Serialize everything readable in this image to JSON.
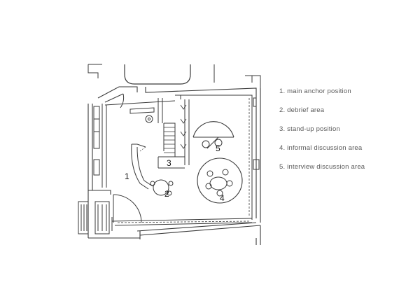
{
  "legend": [
    {
      "label": "1. main anchor position"
    },
    {
      "label": "2. debrief area"
    },
    {
      "label": "3. stand-up position"
    },
    {
      "label": "4. informal discussion area"
    },
    {
      "label": "5. interview discussion area"
    }
  ],
  "markers": [
    "1",
    "2",
    "3",
    "4",
    "5"
  ],
  "colors": {
    "line": "#3a3a3a",
    "text": "#5a5a5a",
    "background": "#ffffff"
  }
}
